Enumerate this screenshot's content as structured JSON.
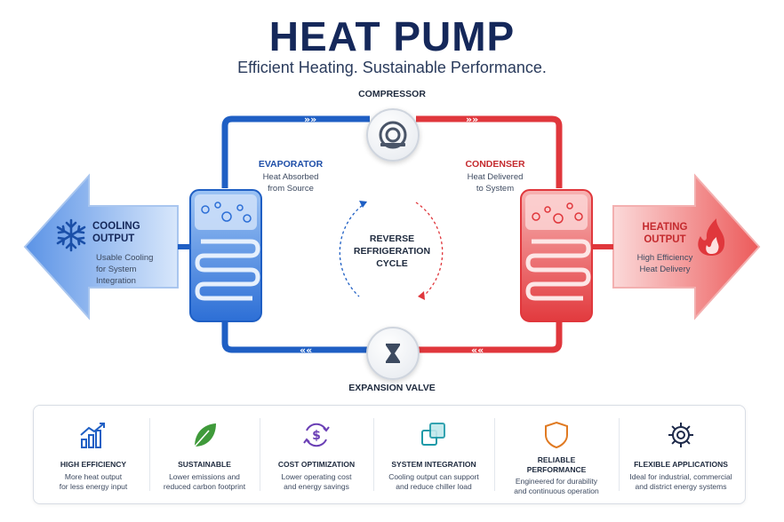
{
  "header": {
    "title": "HEAT PUMP",
    "subtitle": "Efficient Heating. Sustainable Performance."
  },
  "diagram": {
    "compressor_label": "COMPRESSOR",
    "expansion_valve_label": "EXPANSION VALVE",
    "evaporator": {
      "title": "EVAPORATOR",
      "line1": "Heat Absorbed",
      "line2": "from Source"
    },
    "condenser": {
      "title": "CONDENSER",
      "line1": "Heat Delivered",
      "line2": "to System"
    },
    "cycle": {
      "line1": "REVERSE",
      "line2": "REFRIGERATION",
      "line3": "CYCLE"
    },
    "cooling": {
      "title1": "COOLING",
      "title2": "OUTPUT",
      "line1": "Usable Cooling",
      "line2": "for System",
      "line3": "Integration"
    },
    "heating": {
      "title1": "HEATING",
      "title2": "OUTPUT",
      "line1": "High Efficiency",
      "line2": "Heat Delivery"
    },
    "colors": {
      "cold": "#1f5fc4",
      "hot": "#e0373c",
      "text": "#15285a"
    }
  },
  "features": [
    {
      "icon": "bar-chart-growth-icon",
      "title": "HIGH EFFICIENCY",
      "desc1": "More heat output",
      "desc2": "for less energy input",
      "color": "#1f5fc4"
    },
    {
      "icon": "leaf-icon",
      "title": "SUSTAINABLE",
      "desc1": "Lower emissions and",
      "desc2": "reduced carbon footprint",
      "color": "#3f9a3a"
    },
    {
      "icon": "dollar-cycle-icon",
      "title": "COST OPTIMIZATION",
      "desc1": "Lower operating cost",
      "desc2": "and energy savings",
      "color": "#6a3fb5"
    },
    {
      "icon": "integration-squares-icon",
      "title": "SYSTEM INTEGRATION",
      "desc1": "Cooling output can support",
      "desc2": "and reduce chiller load",
      "color": "#1e9aa8"
    },
    {
      "icon": "shield-icon",
      "title1": "RELIABLE",
      "title2": "PERFORMANCE",
      "desc1": "Engineered for durability",
      "desc2": "and continuous operation",
      "color": "#e07a22"
    },
    {
      "icon": "gear-icon",
      "title": "FLEXIBLE APPLICATIONS",
      "desc1": "Ideal for industrial, commercial",
      "desc2": "and district energy systems",
      "color": "#1e2a4a"
    }
  ]
}
